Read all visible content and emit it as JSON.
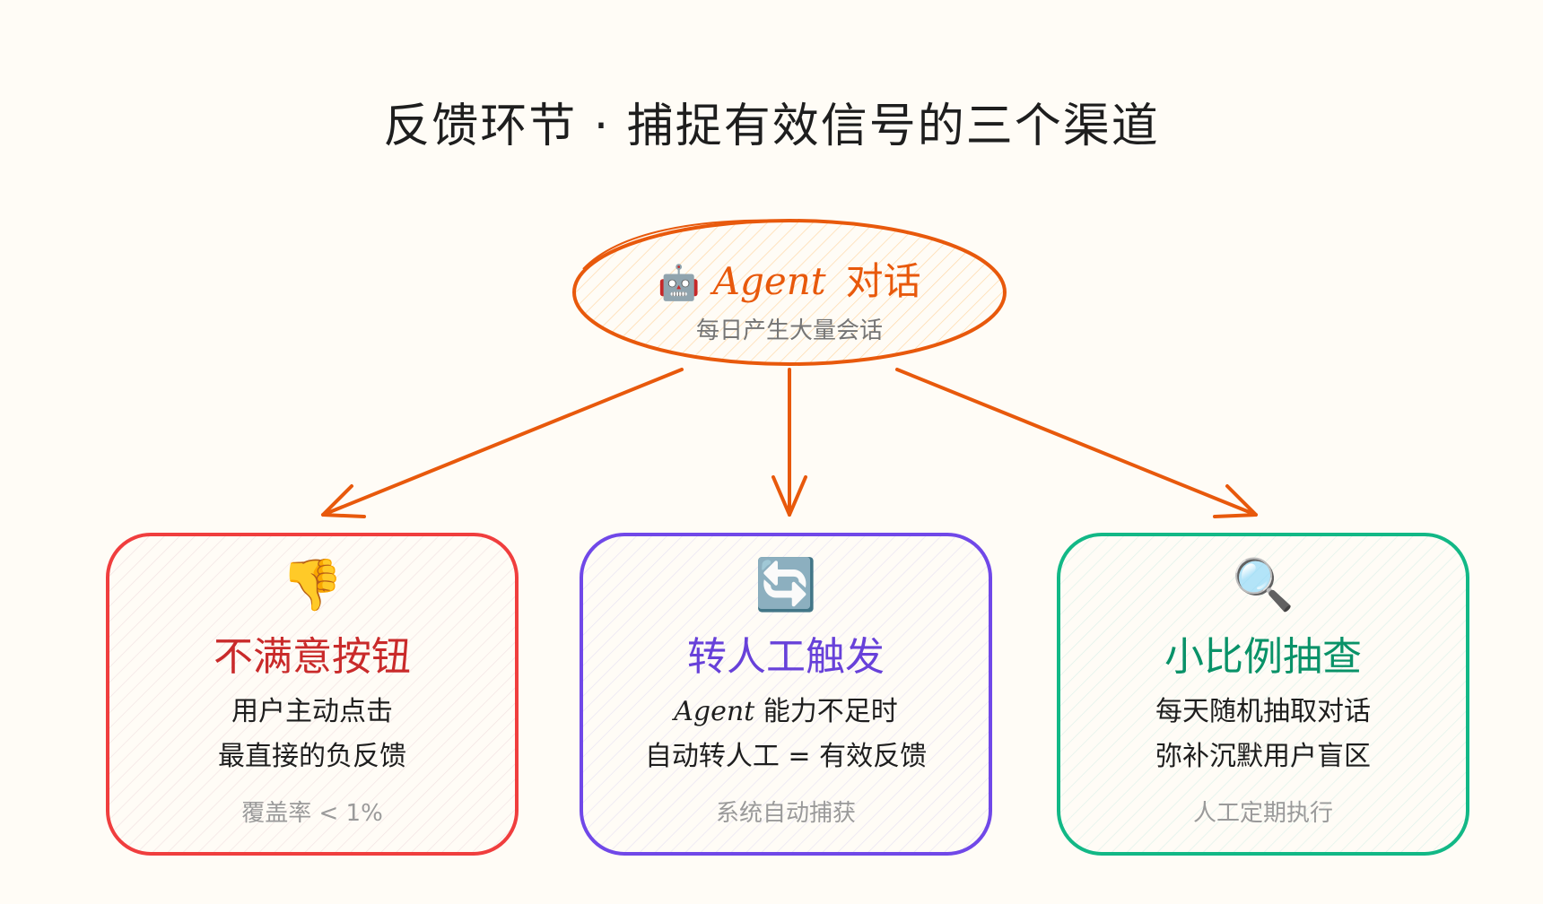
{
  "title": "反馈环节 · 捕捉有效信号的三个渠道",
  "hub": {
    "icon": "robot-icon",
    "icon_glyph": "🤖",
    "agent_word": "Agent",
    "title_suffix": "对话",
    "subtitle": "每日产生大量会话",
    "color": "#e8590c"
  },
  "cards": [
    {
      "icon": "thumbs-down-icon",
      "icon_glyph": "👎",
      "title": "不满意按钮",
      "line1": "用户主动点击",
      "line2": "最直接的负反馈",
      "footnote": "覆盖率 < 1%",
      "border_color": "#f03e3e",
      "title_color": "#c92a2a"
    },
    {
      "icon": "refresh-arrows-icon",
      "icon_glyph": "🔄",
      "title": "转人工触发",
      "line1_agent": "Agent",
      "line1_rest": "能力不足时",
      "line2": "自动转人工 = 有效反馈",
      "footnote": "系统自动捕获",
      "border_color": "#7048e8",
      "title_color": "#6741d9"
    },
    {
      "icon": "magnifier-icon",
      "icon_glyph": "🔍",
      "title": "小比例抽查",
      "line1": "每天随机抽取对话",
      "line2": "弥补沉默用户盲区",
      "footnote": "人工定期执行",
      "border_color": "#12b886",
      "title_color": "#099268"
    }
  ]
}
